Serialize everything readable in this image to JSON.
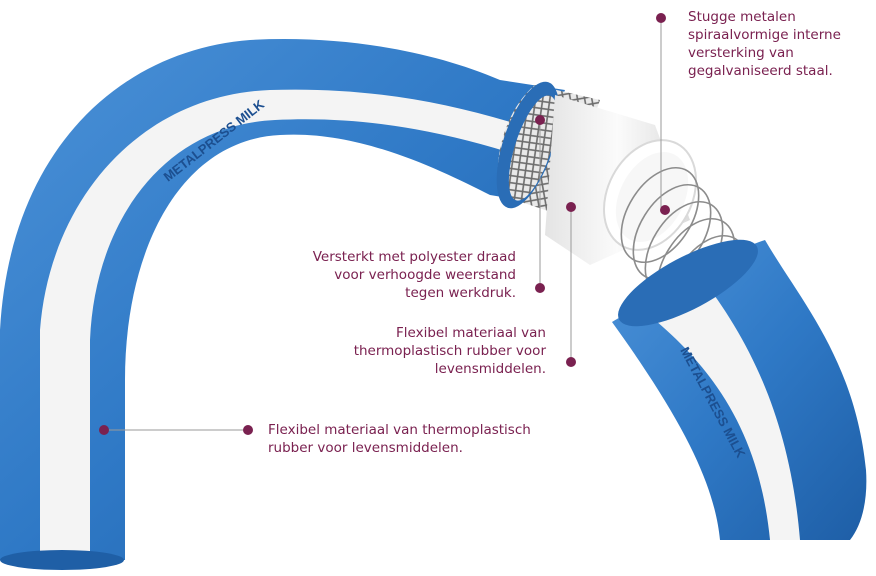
{
  "colors": {
    "hose_blue": "#2f79c6",
    "hose_blue_dark": "#1f5fa6",
    "stripe_white": "#f4f4f4",
    "inner_white": "#f0f0f0",
    "accent": "#7a2150",
    "leader_line": "#9a9a9a"
  },
  "brand": {
    "label_left": "METALPRESS MILK",
    "label_right": "METALPRESS MILK"
  },
  "callouts": {
    "spiral": [
      "Stugge metalen",
      "spiraalvormige interne",
      "versterking van",
      "gegalvaniseerd staal."
    ],
    "polyester": [
      "Versterkt met polyester draad",
      "voor verhoogde weerstand",
      "tegen werkdruk."
    ],
    "inner_material": [
      "Flexibel materiaal van",
      "thermoplastisch rubber voor",
      "levensmiddelen."
    ],
    "outer_material": [
      "Flexibel materiaal van thermoplastisch",
      "rubber voor levensmiddelen."
    ]
  },
  "icons": {
    "food_safe": "glass-fork-icon"
  }
}
